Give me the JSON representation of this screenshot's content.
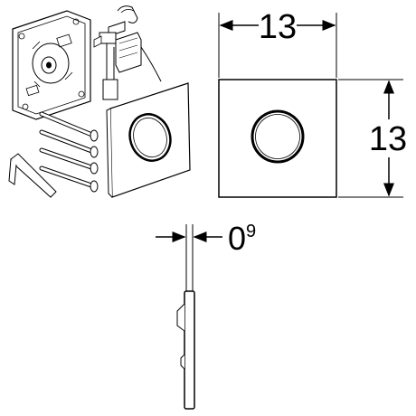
{
  "dimensions": {
    "width_label": "13",
    "height_label": "13",
    "thickness_base": "0",
    "thickness_superscript": "9"
  },
  "colors": {
    "line": "#000000",
    "background": "#ffffff",
    "panel_fill": "#ffffff",
    "mounting_gray": "#d9d9d9"
  }
}
